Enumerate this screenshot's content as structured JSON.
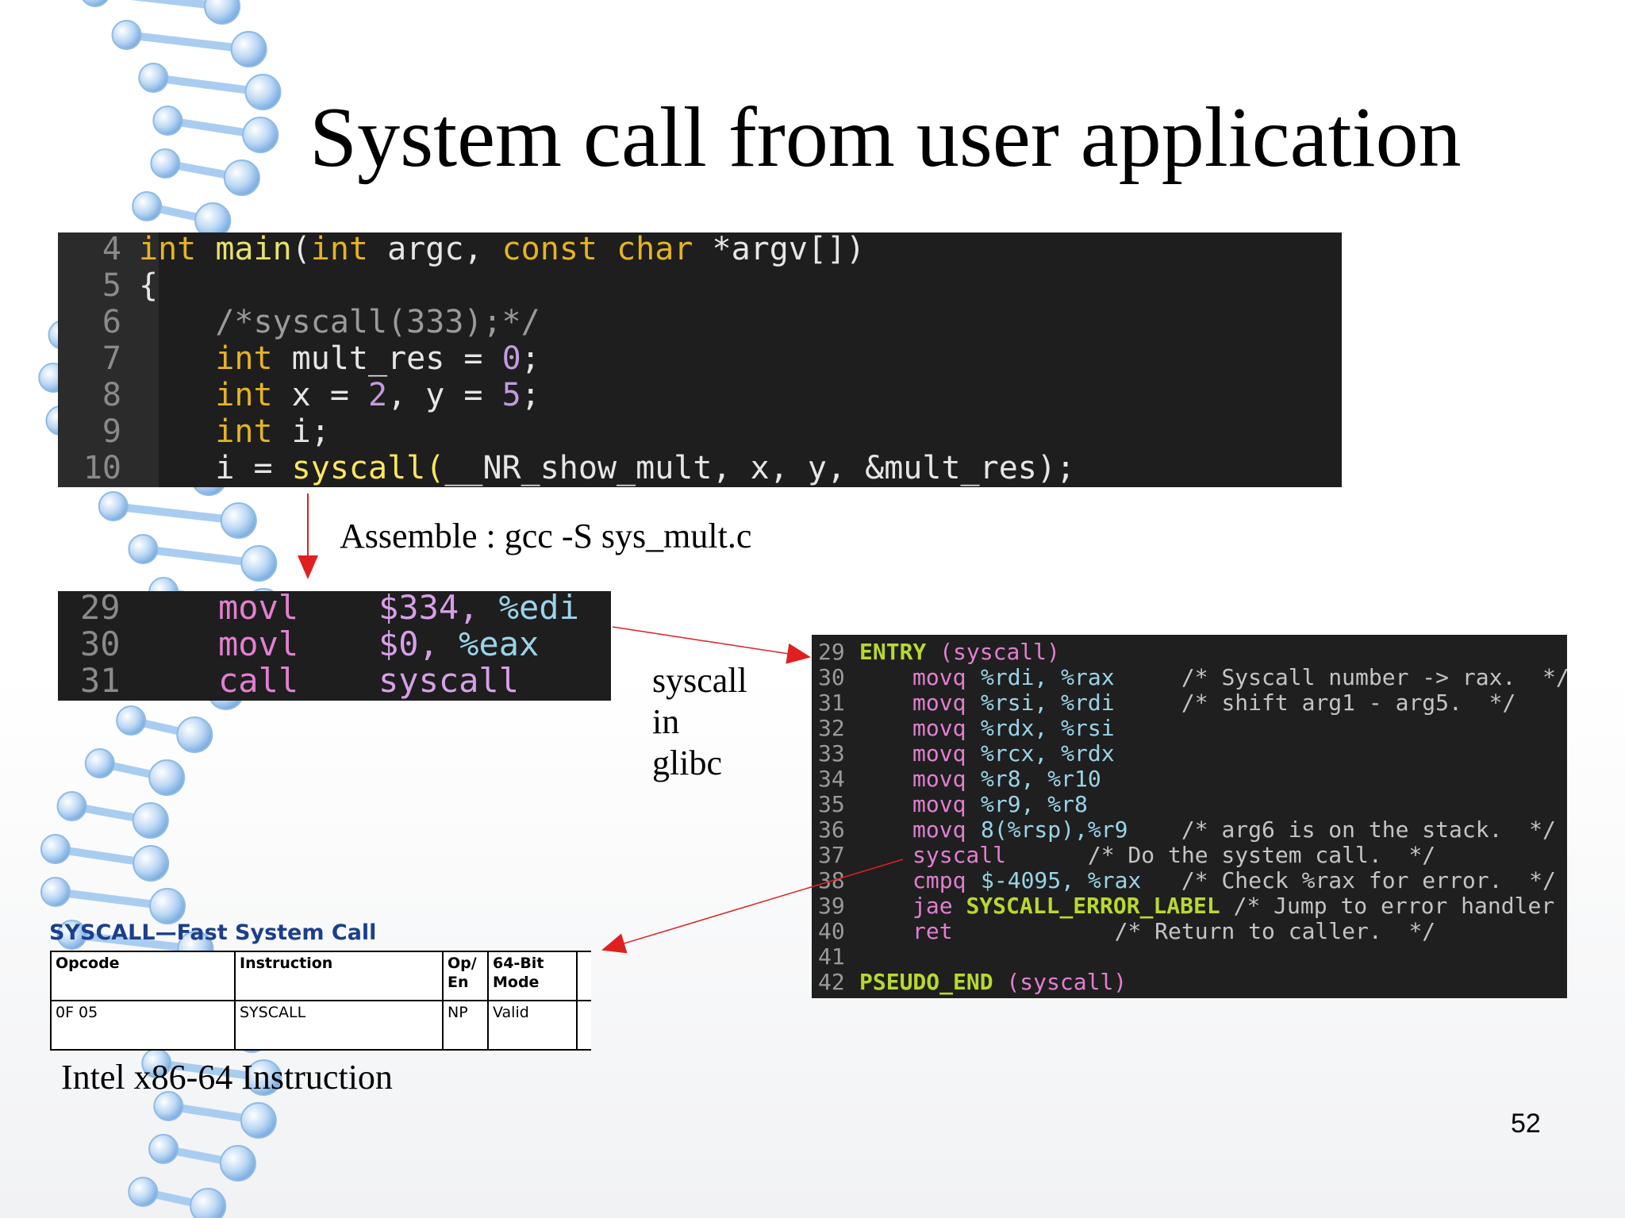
{
  "slide": {
    "title": "System call from user application",
    "page_number": "52"
  },
  "c_code": {
    "lines": [
      {
        "n": "4",
        "parts": [
          [
            "kw",
            "int "
          ],
          [
            "fn",
            "main"
          ],
          [
            "",
            "("
          ],
          [
            "kw",
            "int"
          ],
          [
            "",
            " argc, "
          ],
          [
            "kw",
            "const char"
          ],
          [
            "",
            " *argv[])"
          ]
        ]
      },
      {
        "n": "5",
        "parts": [
          [
            "",
            "{"
          ]
        ]
      },
      {
        "n": "6",
        "parts": [
          [
            "",
            "    "
          ],
          [
            "cm",
            "/*syscall(333);*/"
          ]
        ]
      },
      {
        "n": "7",
        "parts": [
          [
            "",
            "    "
          ],
          [
            "kw",
            "int"
          ],
          [
            "",
            " mult_res = "
          ],
          [
            "nm",
            "0"
          ],
          [
            "",
            ";"
          ]
        ]
      },
      {
        "n": "8",
        "parts": [
          [
            "",
            "    "
          ],
          [
            "kw",
            "int"
          ],
          [
            "",
            " x = "
          ],
          [
            "nm",
            "2"
          ],
          [
            "",
            ", y = "
          ],
          [
            "nm",
            "5"
          ],
          [
            "",
            ";"
          ]
        ]
      },
      {
        "n": "9",
        "parts": [
          [
            "",
            "    "
          ],
          [
            "kw",
            "int"
          ],
          [
            "",
            " i;"
          ]
        ]
      },
      {
        "n": "10",
        "parts": [
          [
            "",
            "    i = "
          ],
          [
            "yel",
            "syscall("
          ],
          [
            "",
            "__NR_show_mult, x, y, &mult_res);"
          ]
        ]
      }
    ]
  },
  "assemble_label": "Assemble : gcc -S sys_mult.c",
  "asm_code": {
    "lines": [
      {
        "n": "29",
        "op": "movl",
        "arg1": "$334,",
        "arg2": " %edi"
      },
      {
        "n": "30",
        "op": "movl",
        "arg1": "$0,",
        "arg2": " %eax"
      },
      {
        "n": "31",
        "op": "call",
        "arg1": "syscall",
        "arg2": ""
      }
    ]
  },
  "glibc_label": [
    "syscall",
    "in",
    "glibc"
  ],
  "glibc_code": {
    "lines": [
      {
        "n": "29",
        "label": "ENTRY",
        "rest": " (syscall)",
        "op": "",
        "args": "",
        "comment": ""
      },
      {
        "n": "30",
        "label": "",
        "rest": "",
        "op": "movq",
        "args": "%rdi, %rax",
        "comment": "     /* Syscall number -> rax.  */"
      },
      {
        "n": "31",
        "label": "",
        "rest": "",
        "op": "movq",
        "args": "%rsi, %rdi",
        "comment": "     /* shift arg1 - arg5.  */"
      },
      {
        "n": "32",
        "label": "",
        "rest": "",
        "op": "movq",
        "args": "%rdx, %rsi",
        "comment": ""
      },
      {
        "n": "33",
        "label": "",
        "rest": "",
        "op": "movq",
        "args": "%rcx, %rdx",
        "comment": ""
      },
      {
        "n": "34",
        "label": "",
        "rest": "",
        "op": "movq",
        "args": "%r8, %r10",
        "comment": ""
      },
      {
        "n": "35",
        "label": "",
        "rest": "",
        "op": "movq",
        "args": "%r9, %r8",
        "comment": ""
      },
      {
        "n": "36",
        "label": "",
        "rest": "",
        "op": "movq",
        "args": "8(%rsp),%r9",
        "comment": "    /* arg6 is on the stack.  */"
      },
      {
        "n": "37",
        "label": "",
        "rest": "",
        "op": "syscall",
        "args": "",
        "comment": "        /* Do the system call.  */"
      },
      {
        "n": "38",
        "label": "",
        "rest": "",
        "op": "cmpq",
        "args": "$-4095, %rax",
        "comment": "   /* Check %rax for error.  */"
      },
      {
        "n": "39",
        "label": "",
        "rest": "",
        "op": "jae",
        "args": "",
        "comment": "",
        "jae_label": "SYSCALL_ERROR_LABEL",
        "jae_comment": " /* Jump to error handler"
      },
      {
        "n": "40",
        "label": "",
        "rest": "",
        "op": "ret",
        "args": "",
        "comment": "          /* Return to caller.  */"
      },
      {
        "n": "41",
        "label": "",
        "rest": "",
        "op": "",
        "args": "",
        "comment": ""
      },
      {
        "n": "42",
        "label": "PSEUDO_END",
        "rest": " (syscall)",
        "op": "",
        "args": "",
        "comment": ""
      }
    ]
  },
  "intel": {
    "title": "SYSCALL—Fast System Call",
    "headers": [
      "Opcode",
      "Instruction",
      "Op/\nEn",
      "64-Bit\nMode"
    ],
    "row": [
      "0F 05",
      "SYSCALL",
      "NP",
      "Valid"
    ],
    "caption": "Intel x86-64 Instruction"
  },
  "colors": {
    "arrow": "#e02020",
    "code_bg": "#1e1e1e",
    "intel_title": "#1b3f8c"
  }
}
